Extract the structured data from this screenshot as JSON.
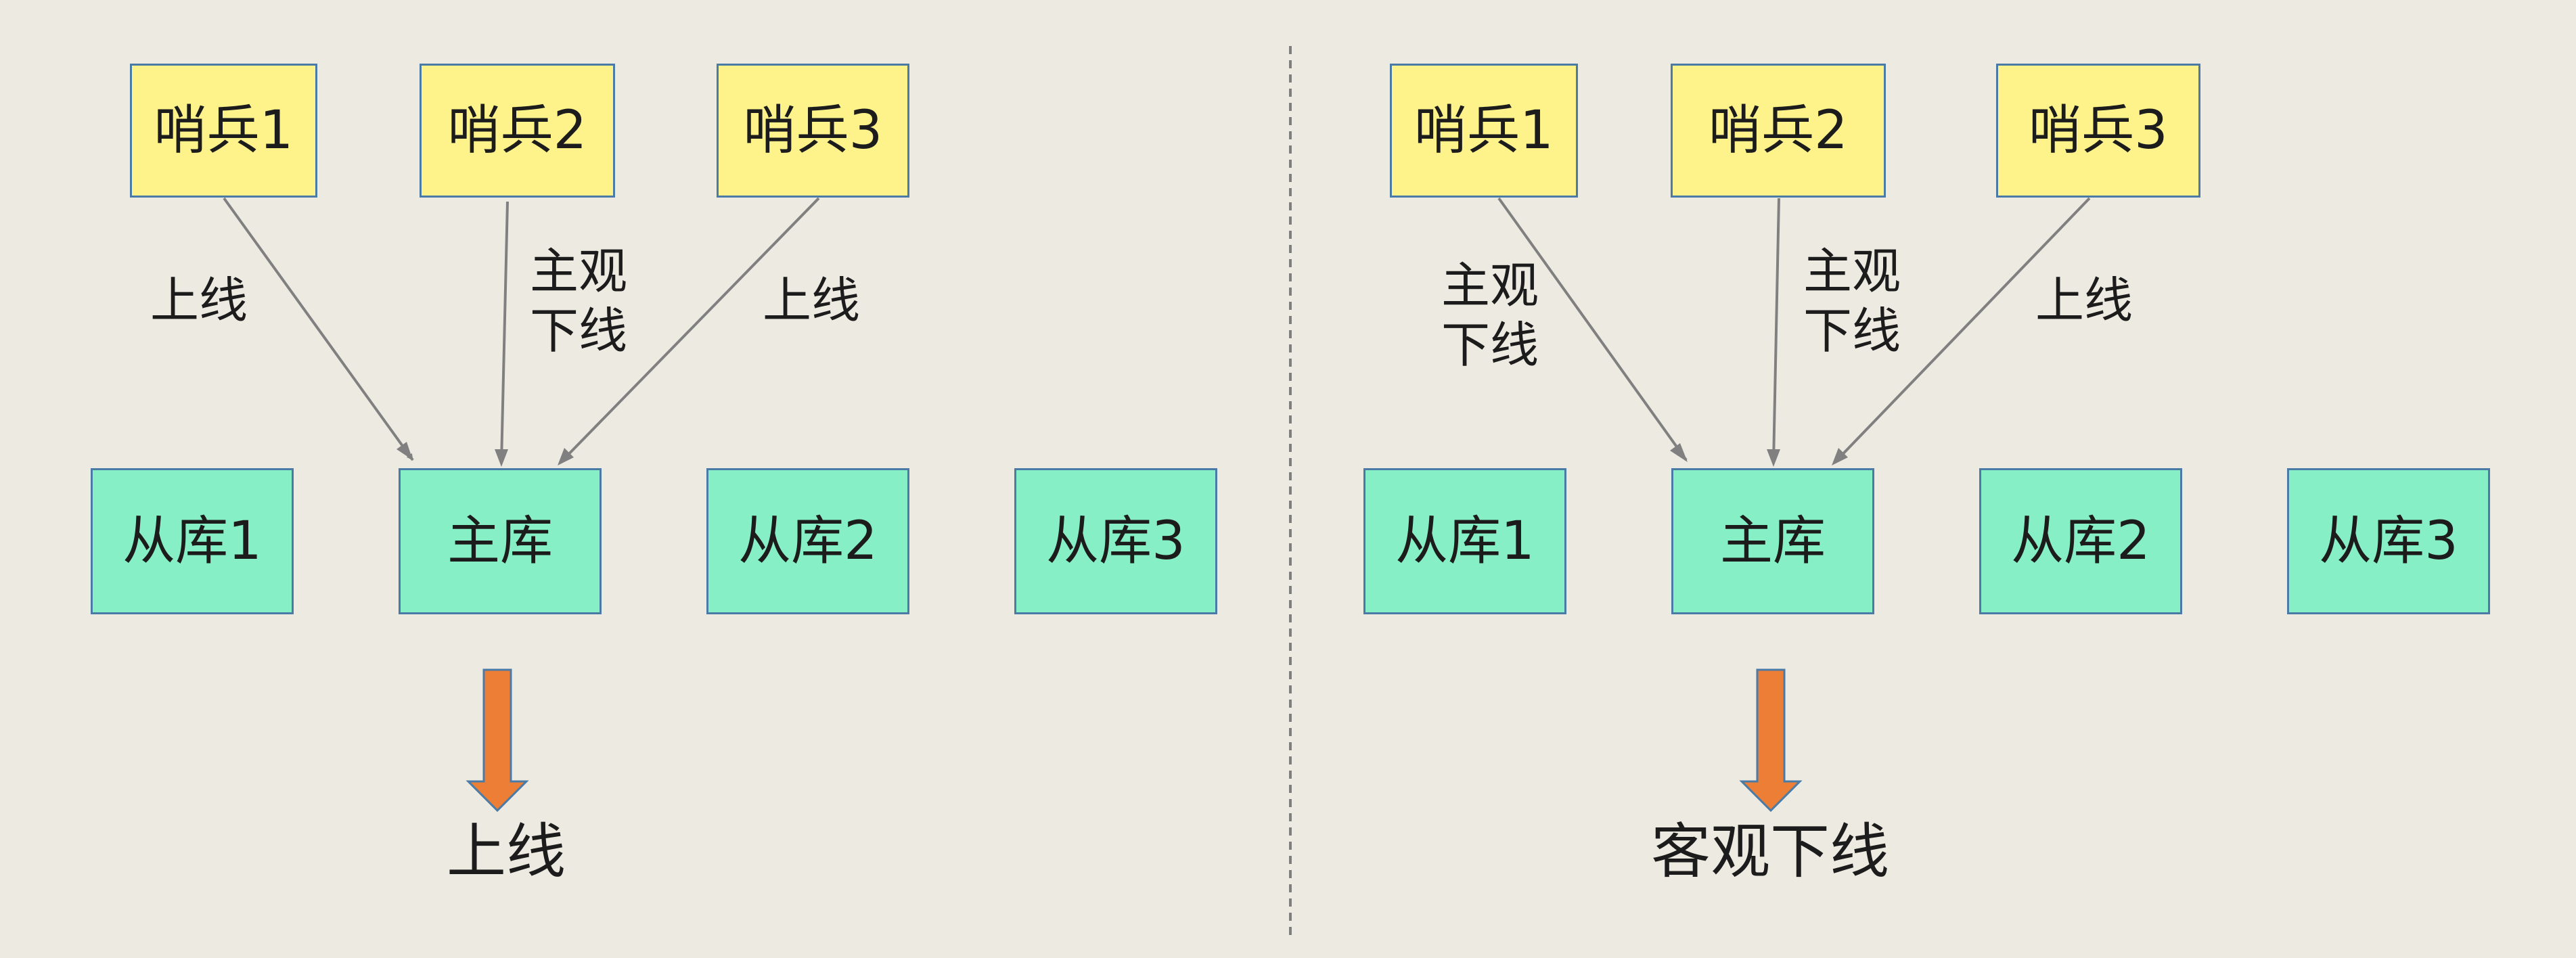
{
  "colors": {
    "background": "#edeae1",
    "sentinel_fill": "#fdf38a",
    "db_fill": "#87efc6",
    "node_border": "#4a7aa6",
    "arrow_line": "#808080",
    "big_arrow": "#ec7f35",
    "divider": "#7f7f7f"
  },
  "left_panel": {
    "sentinels": [
      "哨兵1",
      "哨兵2",
      "哨兵3"
    ],
    "edges": [
      {
        "label": [
          "上线"
        ]
      },
      {
        "label": [
          "主观",
          "下线"
        ]
      },
      {
        "label": [
          "上线"
        ]
      }
    ],
    "databases": [
      "从库1",
      "主库",
      "从库2",
      "从库3"
    ],
    "result": "上线"
  },
  "right_panel": {
    "sentinels": [
      "哨兵1",
      "哨兵2",
      "哨兵3"
    ],
    "edges": [
      {
        "label": [
          "主观",
          "下线"
        ]
      },
      {
        "label": [
          "主观",
          "下线"
        ]
      },
      {
        "label": [
          "上线"
        ]
      }
    ],
    "databases": [
      "从库1",
      "主库",
      "从库2",
      "从库3"
    ],
    "result": "客观下线"
  }
}
